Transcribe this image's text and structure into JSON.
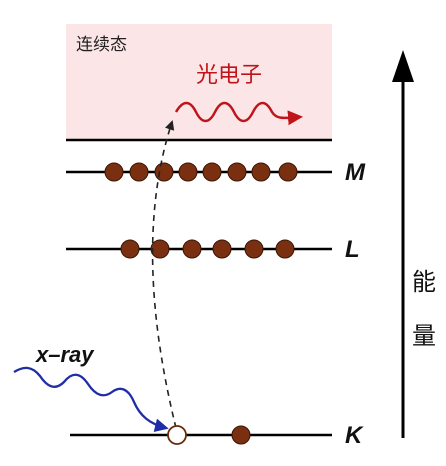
{
  "continuum": {
    "label": "连续态",
    "bg_color": "#fbe5e6"
  },
  "photoelectron": {
    "label": "光电子",
    "color": "#c0141b"
  },
  "xray": {
    "label": "x–ray",
    "color": "#1f2ea6"
  },
  "energy_axis": {
    "label_top": "能",
    "label_bottom": "量"
  },
  "levels": [
    {
      "name": "M",
      "electron_count": 8,
      "vacancies": 0
    },
    {
      "name": "L",
      "electron_count": 6,
      "vacancies": 0
    },
    {
      "name": "K",
      "electron_count": 1,
      "vacancies": 1
    }
  ],
  "colors": {
    "electron_fill": "#7a3010",
    "electron_stroke": "#3a1505",
    "vacancy_stroke": "#6a2a0a",
    "line": "#000000"
  }
}
